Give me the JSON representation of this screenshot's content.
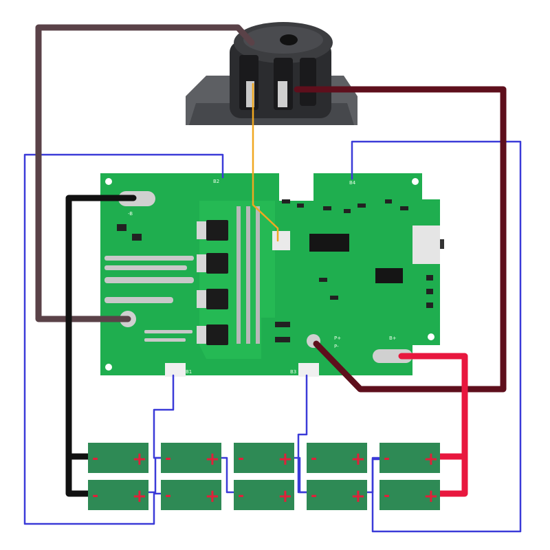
{
  "board": {
    "labels": {
      "b_minus": "-B",
      "b_plus": "B+",
      "p_minus": "P-",
      "p_plus": "P+",
      "b1": "B1",
      "b3": "B3",
      "b2": "B2",
      "b4": "B4"
    },
    "board_color": "#1fae4f"
  },
  "cells": {
    "rows": 2,
    "columns": 5,
    "negative_symbol": "-",
    "positive_symbol": "+",
    "cell_color": "#2e8a55",
    "sign_color": "#e0203a"
  },
  "wire_colors": {
    "brown": "#5a4248",
    "maroon": "#5e0f1c",
    "black": "#111111",
    "red": "#e8173e",
    "blue": "#3a3ad8",
    "orange": "#f0a820"
  },
  "icons": [
    "battery-terminal-connector",
    "battery-cell",
    "pcb-board"
  ]
}
